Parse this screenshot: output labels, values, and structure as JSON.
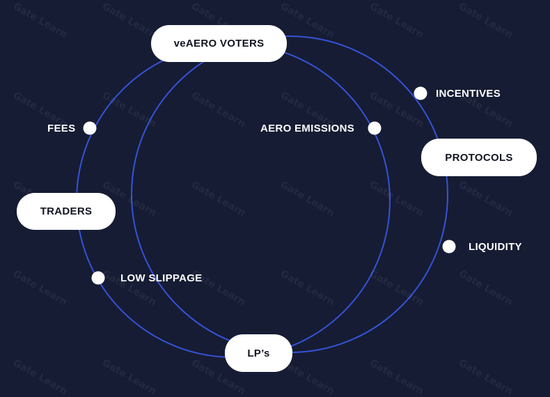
{
  "nodes": {
    "voters": "veAERO VOTERS",
    "protocols": "PROTOCOLS",
    "traders": "TRADERS",
    "lps": "LP’s"
  },
  "flows": {
    "fees": "FEES",
    "aero_emissions": "AERO EMISSIONS",
    "incentives": "INCENTIVES",
    "liquidity": "LIQUIDITY",
    "low_slippage": "LOW SLIPPAGE"
  },
  "watermark_text": "Gate Learn",
  "colors": {
    "background": "#161c33",
    "ring": "#3553d8",
    "node_fill": "#ffffff",
    "node_text": "#111522"
  }
}
